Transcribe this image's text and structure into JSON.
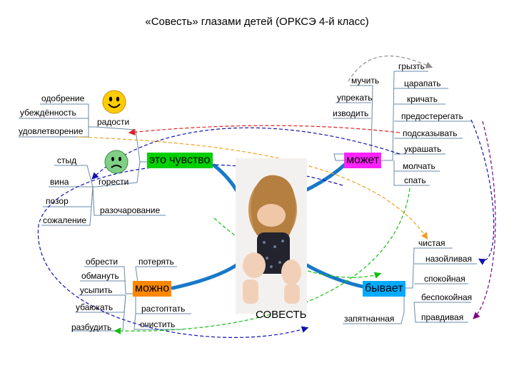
{
  "title": "«Совесть» глазами детей (ОРКСЭ 4-й класс)",
  "center_label": "СОВЕСТЬ",
  "colors": {
    "feeling": "#00d000",
    "can": "#ff22ff",
    "possible": "#ff8800",
    "happens": "#00aaff",
    "branch": "#1878c8"
  },
  "hubs": {
    "feeling": "это чувство",
    "can": "может",
    "possible": "можно",
    "happens": "бывает"
  },
  "feeling": {
    "joy": "радости",
    "joy_words": [
      "одобрение",
      "убеждённость",
      "удовлетворение"
    ],
    "sorrow": "горести",
    "sorrow_words": [
      "стыд",
      "вина",
      "позор",
      "сожаление"
    ],
    "disappointment": "разочарование"
  },
  "can_words": {
    "left": [
      "мучить",
      "упрекать",
      "изводить"
    ],
    "right": [
      "грызть",
      "царапать",
      "кричать",
      "предостерегать",
      "подсказывать",
      "украшать",
      "молчать",
      "спать"
    ]
  },
  "possible_words": {
    "left": [
      "обрести",
      "обмануть",
      "усыпить",
      "убаюкать",
      "разбудить"
    ],
    "right": [
      "потерять",
      "растоптать",
      "очистить"
    ]
  },
  "happens_words": {
    "right": [
      "чистая",
      "назойливая",
      "спокойная",
      "беспокойная",
      "правдивая"
    ],
    "left": [
      "запятнанная"
    ]
  },
  "icons": [
    "happy-smiley-icon",
    "sad-smiley-icon",
    "child-photo"
  ]
}
